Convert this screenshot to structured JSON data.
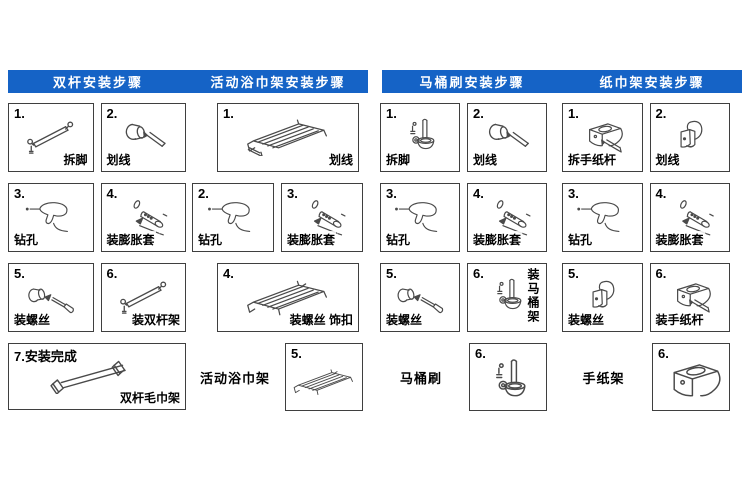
{
  "colors": {
    "header_bg": "#1563c6",
    "header_text": "#ffffff",
    "box_border": "#3f3f3f",
    "line": "#4a4a4a"
  },
  "headers": [
    {
      "left": "双杆安装步骤",
      "right": "活动浴巾架安装步骤"
    },
    {
      "left": "马桶刷安装步骤",
      "right": "纸巾架安装步骤"
    }
  ],
  "columns": [
    {
      "name": "double-rod-towel-bar",
      "rows": [
        {
          "kind": "pair",
          "cells": [
            {
              "num": "1.",
              "label": "拆脚",
              "label_pos": "br",
              "icon": "towel-bar"
            },
            {
              "num": "2.",
              "label": "划线",
              "label_pos": "bl",
              "icon": "marker"
            }
          ]
        },
        {
          "kind": "pair",
          "cells": [
            {
              "num": "3.",
              "label": "钻孔",
              "label_pos": "bl",
              "icon": "drill"
            },
            {
              "num": "4.",
              "label": "装膨胀套",
              "label_pos": "bl",
              "icon": "anchor"
            }
          ]
        },
        {
          "kind": "pair",
          "cells": [
            {
              "num": "5.",
              "label": "装螺丝",
              "label_pos": "bl",
              "icon": "screw"
            },
            {
              "num": "6.",
              "label": "装双杆架",
              "label_pos": "br",
              "icon": "towel-bar"
            }
          ]
        },
        {
          "kind": "wide",
          "cells": [
            {
              "num": "7.",
              "note": "安装完成",
              "label": "双杆毛巾架",
              "label_pos": "br",
              "icon": "towel-bar-big"
            }
          ]
        }
      ]
    },
    {
      "name": "movable-towel-shelf",
      "rows": [
        {
          "kind": "wide",
          "cells": [
            {
              "num": "1.",
              "label": "划线",
              "label_pos": "br",
              "icon": "shelf-pencil"
            }
          ]
        },
        {
          "kind": "pair",
          "cells": [
            {
              "num": "2.",
              "label": "钻孔",
              "label_pos": "bl",
              "icon": "drill"
            },
            {
              "num": "3.",
              "label": "装膨胀套",
              "label_pos": "bl",
              "icon": "anchor"
            }
          ]
        },
        {
          "kind": "wide",
          "cells": [
            {
              "num": "4.",
              "label": "装螺丝 饰扣",
              "label_pos": "br",
              "icon": "shelf"
            }
          ]
        },
        {
          "kind": "caption",
          "caption": "活动浴巾架",
          "cells": [
            {
              "num": "5.",
              "label": "",
              "label_pos": "bl",
              "icon": "shelf"
            }
          ]
        }
      ]
    },
    {
      "name": "toilet-brush",
      "rows": [
        {
          "kind": "pair",
          "cells": [
            {
              "num": "1.",
              "label": "拆脚",
              "label_pos": "bl",
              "icon": "toilet-brush"
            },
            {
              "num": "2.",
              "label": "划线",
              "label_pos": "bl",
              "icon": "marker"
            }
          ]
        },
        {
          "kind": "pair",
          "cells": [
            {
              "num": "3.",
              "label": "钻孔",
              "label_pos": "bl",
              "icon": "drill"
            },
            {
              "num": "4.",
              "label": "装膨胀套",
              "label_pos": "bl",
              "icon": "anchor"
            }
          ]
        },
        {
          "kind": "pair",
          "cells": [
            {
              "num": "5.",
              "label": "装螺丝",
              "label_pos": "bl",
              "icon": "screw"
            },
            {
              "num": "6.",
              "label": "装马桶架",
              "label_pos": "v",
              "icon": "toilet-brush"
            }
          ]
        },
        {
          "kind": "caption",
          "caption": "马桶刷",
          "cells": [
            {
              "num": "6.",
              "label": "",
              "label_pos": "bl",
              "icon": "toilet-brush"
            }
          ]
        }
      ]
    },
    {
      "name": "paper-holder",
      "rows": [
        {
          "kind": "pair",
          "cells": [
            {
              "num": "1.",
              "label": "拆手纸杆",
              "label_pos": "bl",
              "icon": "paper-pencil"
            },
            {
              "num": "2.",
              "label": "划线",
              "label_pos": "bl",
              "icon": "paper"
            }
          ]
        },
        {
          "kind": "pair",
          "cells": [
            {
              "num": "3.",
              "label": "钻孔",
              "label_pos": "bl",
              "icon": "drill"
            },
            {
              "num": "4.",
              "label": "装膨胀套",
              "label_pos": "bl",
              "icon": "anchor"
            }
          ]
        },
        {
          "kind": "pair",
          "cells": [
            {
              "num": "5.",
              "label": "装螺丝",
              "label_pos": "bl",
              "icon": "paper"
            },
            {
              "num": "6.",
              "label": "装手纸杆",
              "label_pos": "bl",
              "icon": "paper-pencil"
            }
          ]
        },
        {
          "kind": "caption",
          "caption": "手纸架",
          "cells": [
            {
              "num": "6.",
              "label": "",
              "label_pos": "bl",
              "icon": "paper-final"
            }
          ]
        }
      ]
    }
  ]
}
